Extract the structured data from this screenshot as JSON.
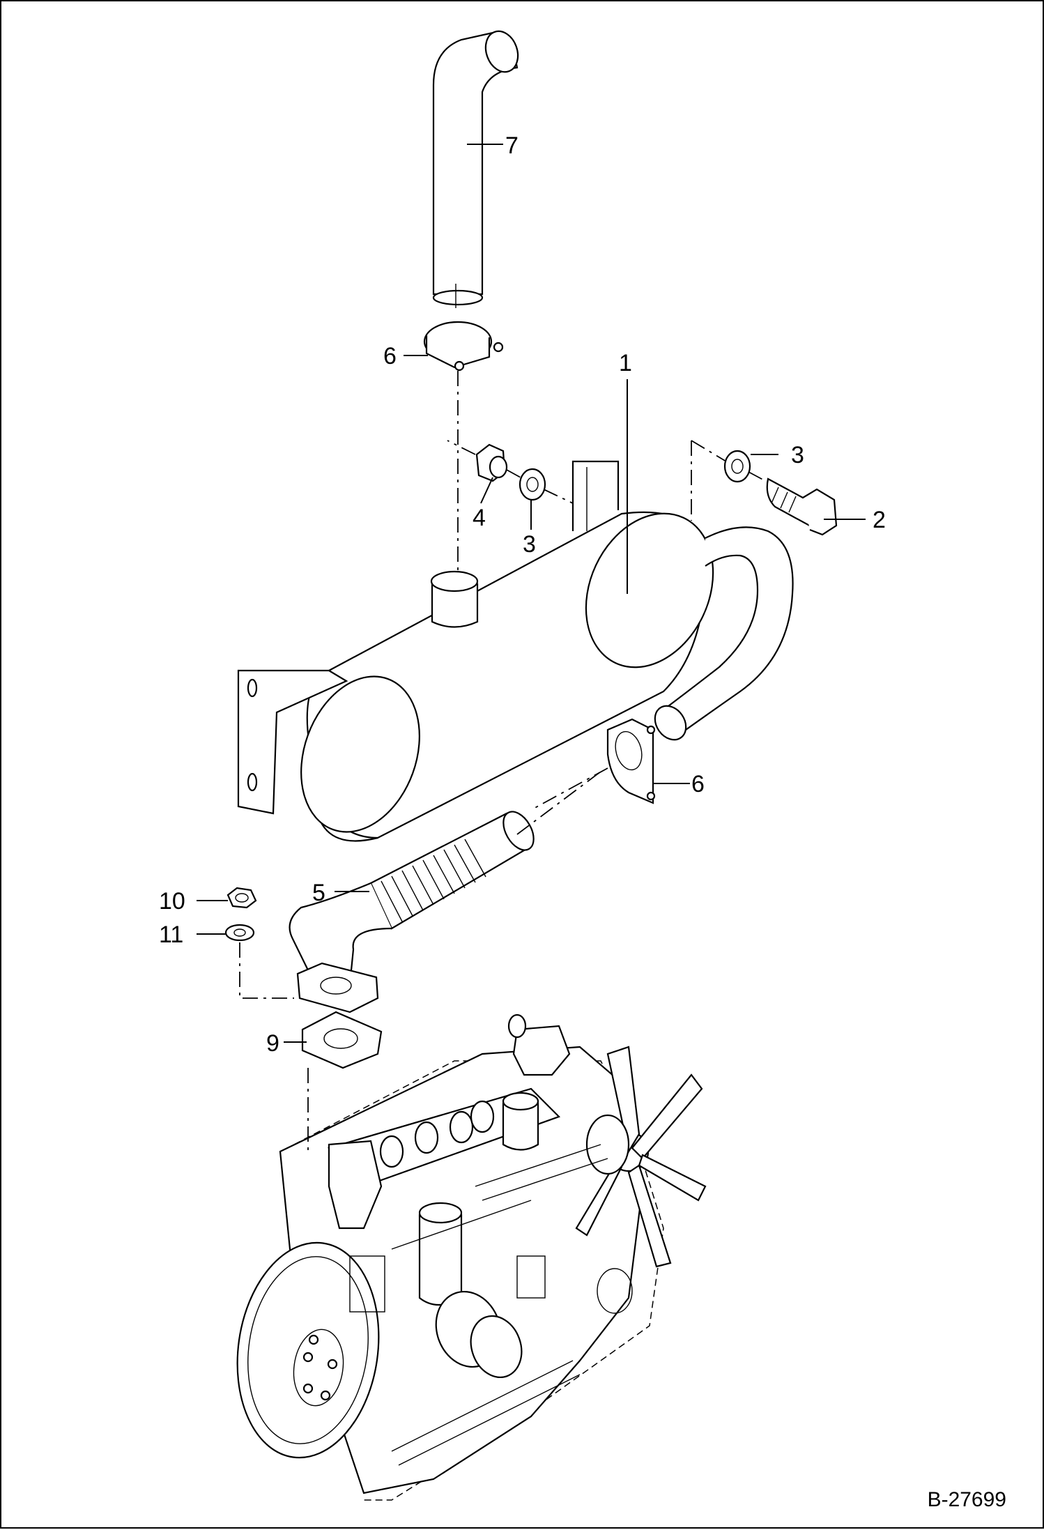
{
  "diagram": {
    "type": "exploded-parts-diagram",
    "reference_code": "B-27699",
    "callouts": {
      "c1": "1",
      "c2": "2",
      "c3a": "3",
      "c3b": "3",
      "c4": "4",
      "c5": "5",
      "c6a": "6",
      "c6b": "6",
      "c7": "7",
      "c9": "9",
      "c10": "10",
      "c11": "11"
    }
  }
}
